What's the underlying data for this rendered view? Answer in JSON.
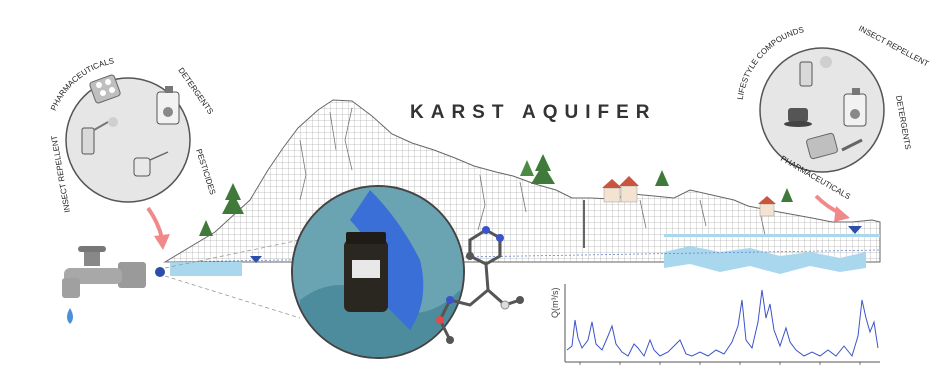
{
  "title": "KARST AQUIFER",
  "left_circle": {
    "labels": [
      "PHARMACEUTICALS",
      "DETERGENTS",
      "PESTICIDES",
      "INSECT REPELLENT"
    ]
  },
  "right_circle": {
    "labels": [
      "LIFESTYLE COMPOUNDS",
      "INSECT REPELLENT",
      "DETERGENTS",
      "PHARMACEUTICALS"
    ]
  },
  "hydrograph": {
    "ylabel": "Q(m³/s)"
  },
  "colors": {
    "water": "#a9d7ee",
    "arrow": "#f08a8a",
    "circle_fill": "#e6e6e6",
    "tap": "#9a9a9a",
    "drop": "#4a8fd8",
    "glove": "#3a6fd8",
    "grid": "#888888"
  },
  "icons": [
    "tap-icon",
    "water-drop-icon",
    "pill-blister-icon",
    "detergent-bottle-icon",
    "spray-icon",
    "coffee-cup-icon",
    "syringe-icon",
    "house-icon",
    "tree-icon",
    "molecule-icon",
    "sample-bottle-icon"
  ]
}
